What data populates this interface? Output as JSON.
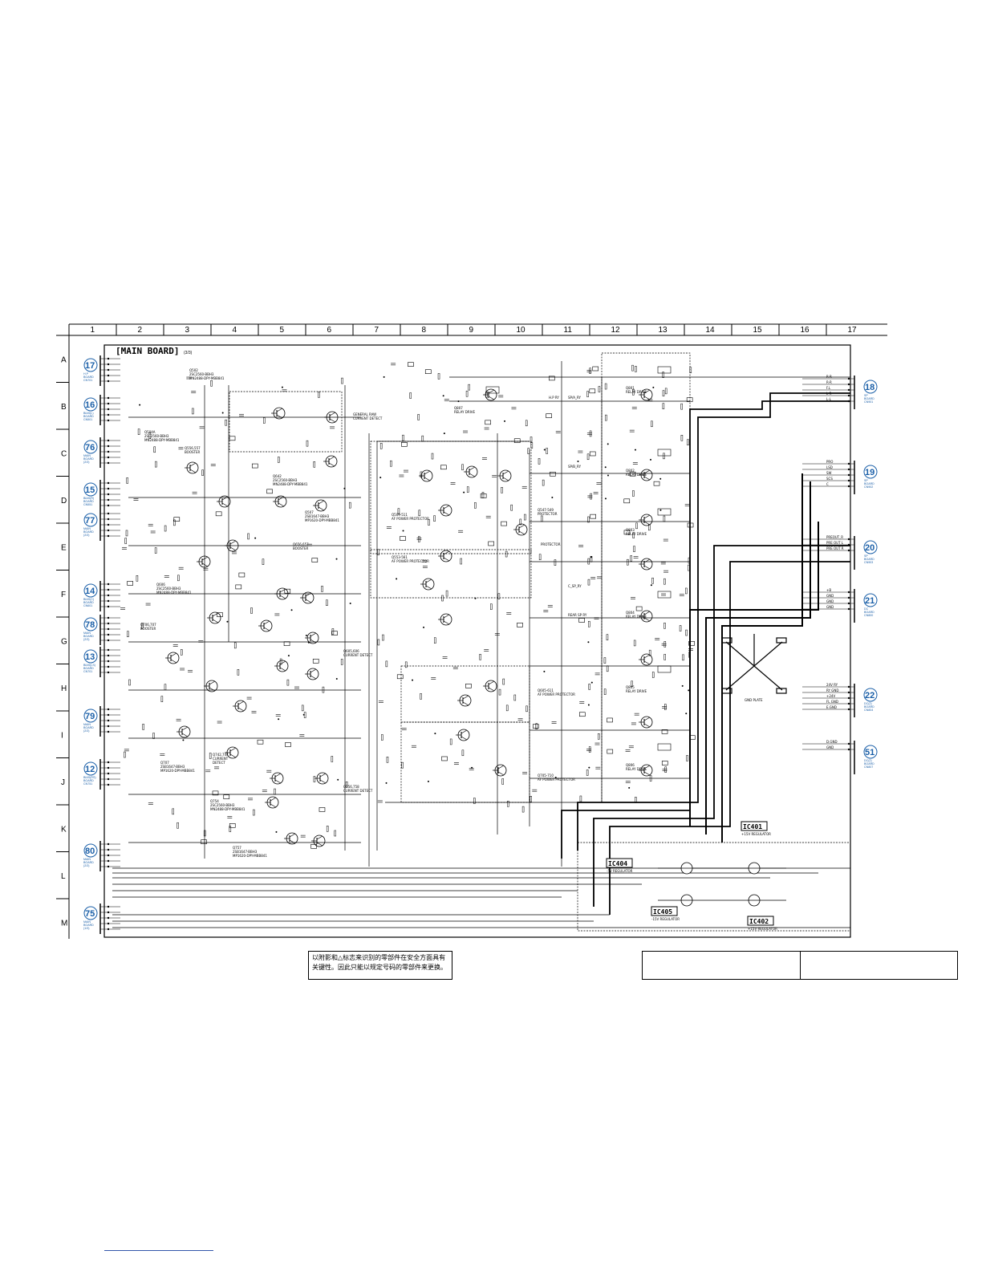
{
  "board_title": "[MAIN BOARD]",
  "board_page": "(3/3)",
  "columns": [
    "1",
    "2",
    "3",
    "4",
    "5",
    "6",
    "7",
    "8",
    "9",
    "10",
    "11",
    "12",
    "13",
    "14",
    "15",
    "16",
    "17"
  ],
  "rows": [
    "A",
    "B",
    "C",
    "D",
    "E",
    "F",
    "G",
    "H",
    "I",
    "J",
    "K",
    "L",
    "M"
  ],
  "left_connectors": [
    {
      "num": "17",
      "l1": "H.P",
      "l2": "BOARD",
      "l3": "CN701"
    },
    {
      "num": "16",
      "l1": "BIAS(L)",
      "l2": "BOARD",
      "l3": "CN501"
    },
    {
      "num": "76",
      "l1": "MAIN",
      "l2": "BOARD",
      "l3": "(2/3)"
    },
    {
      "num": "15",
      "l1": "BIAS(R)",
      "l2": "BOARD",
      "l3": "CN551"
    },
    {
      "num": "77",
      "l1": "MAIN",
      "l2": "BOARD",
      "l3": "(2/3)"
    },
    {
      "num": "14",
      "l1": "BIAS(C)",
      "l2": "BOARD",
      "l3": "CN601"
    },
    {
      "num": "78",
      "l1": "MAIN",
      "l2": "BOARD",
      "l3": "(2/3)"
    },
    {
      "num": "13",
      "l1": "BIAS(LS)",
      "l2": "BOARD",
      "l3": "CN701"
    },
    {
      "num": "79",
      "l1": "MAIN",
      "l2": "BOARD",
      "l3": "(2/3)"
    },
    {
      "num": "12",
      "l1": "BIAS(RS)",
      "l2": "BOARD",
      "l3": "CN751"
    },
    {
      "num": "80",
      "l1": "MAIN",
      "l2": "BOARD",
      "l3": "(2/3)"
    },
    {
      "num": "75",
      "l1": "MAIN",
      "l2": "BOARD",
      "l3": "(1/3)"
    }
  ],
  "right_connectors": [
    {
      "num": "18",
      "l1": "SP",
      "l2": "BOARD",
      "l3": "CN901"
    },
    {
      "num": "19",
      "l1": "SP",
      "l2": "BOARD",
      "l3": "CN902"
    },
    {
      "num": "20",
      "l1": "SP",
      "l2": "BOARD",
      "l3": "CN903"
    },
    {
      "num": "21",
      "l1": "DC",
      "l2": "BOARD",
      "l3": "CN800"
    },
    {
      "num": "22",
      "l1": "DC(2)",
      "l2": "BOARD",
      "l3": "CN804"
    },
    {
      "num": "51",
      "l1": "DC(2)",
      "l2": "BOARD",
      "l3": "CN807"
    }
  ],
  "ics": [
    {
      "name": "IC401",
      "desc": "+15V REGULATOR"
    },
    {
      "name": "IC404",
      "desc": "-5V REGULATOR"
    },
    {
      "name": "IC405",
      "desc": "-15V REGULATOR"
    },
    {
      "name": "IC402",
      "desc": "+15V REGULATOR"
    }
  ],
  "transistor_notes": [
    {
      "t1": "Q502",
      "t2": "2SC2560-BBH3",
      "t3": "MN2488-DPY-MBB841"
    },
    {
      "t1": "Q504A",
      "t2": "2SC2560-BBH3",
      "t3": "MN2488-DPY-MBB841"
    },
    {
      "t1": "Q556,557",
      "t2": "BOOSTER",
      "t3": ""
    },
    {
      "t1": "Q642",
      "t2": "2SC2560-BBH3",
      "t3": "MN2488-DPY-MBB841"
    },
    {
      "t1": "Q507",
      "t2": "2SB1647-BBH3",
      "t3": "MP1620-DPY-MBB841"
    },
    {
      "t1": "Q656,657",
      "t2": "BOOSTER",
      "t3": ""
    },
    {
      "t1": "Q606",
      "t2": "2SC2560-BBH3",
      "t3": "MN2488-DPY-MBB841"
    },
    {
      "t1": "Q706,707",
      "t2": "BOOSTER",
      "t3": ""
    },
    {
      "t1": "Q742,744",
      "t2": "CURRENT",
      "t3": "DETECT"
    },
    {
      "t1": "Q707",
      "t2": "2SB1647-BBH3",
      "t3": "MP1620-DPY-MBB841"
    },
    {
      "t1": "Q754",
      "t2": "2SC2560-BBH3",
      "t3": "MN2488-DPY-MBB841"
    },
    {
      "t1": "Q757",
      "t2": "2SB1647-BBH3",
      "t3": "MP1620-DPY-MBB841"
    }
  ],
  "function_blocks": [
    {
      "label": "GENERAL RAW",
      "sub": "CURRENT DETECT"
    },
    {
      "label": "Q509-511",
      "sub": "AF POWER PROTECTOR"
    },
    {
      "label": "Q553-561",
      "sub": "AF POWER PROTECTOR"
    },
    {
      "label": "Q547-549",
      "sub": "PROTECTOR"
    },
    {
      "label": "Q605-611",
      "sub": "AF POWER PROTECTOR"
    },
    {
      "label": "Q705-710",
      "sub": "AF POWER PROTECTOR"
    },
    {
      "label": "Q605,606",
      "sub": "CURRENT DETECT"
    },
    {
      "label": "Q756,758",
      "sub": "CURRENT DETECT"
    }
  ],
  "relay_drives": [
    {
      "label": "Q801",
      "sub": "RELAY DRIVE"
    },
    {
      "label": "Q802",
      "sub": "RELAY DRIVE"
    },
    {
      "label": "Q803",
      "sub": "RELAY DRIVE"
    },
    {
      "label": "Q804",
      "sub": "RELAY DRIVE"
    },
    {
      "label": "Q805",
      "sub": "RELAY DRIVE"
    },
    {
      "label": "Q806",
      "sub": "RELAY DRIVE"
    },
    {
      "label": "Q807",
      "sub": "RELAY DRIVE"
    }
  ],
  "signal_labels": [
    "H.P RY",
    "SP/A_RY",
    "SP/B_RY",
    "PROTECTOR",
    "C_SP_RY",
    "REAR SP RY"
  ],
  "right_pin_labels": [
    [
      "R-R",
      "R-R",
      "F.L",
      "L-R",
      "L-L"
    ],
    [
      "PRO",
      "LSD",
      "SW",
      "SCS",
      "C"
    ],
    [
      "PREOUT_R",
      "PRE OUT L",
      "PRE OUT R"
    ],
    [
      "+B",
      "GND",
      "GND",
      "GND"
    ],
    [
      "24V RY",
      "RY GND",
      "+24V",
      "FL GND",
      "E.GND"
    ],
    [
      "D.GND",
      "GND"
    ]
  ],
  "ground_plate_label": "GND PLATE",
  "note_text": "以附影和△标志来识别的零部件在安全方面具有关键性。因此只能以规定号码的零部件来更换。"
}
